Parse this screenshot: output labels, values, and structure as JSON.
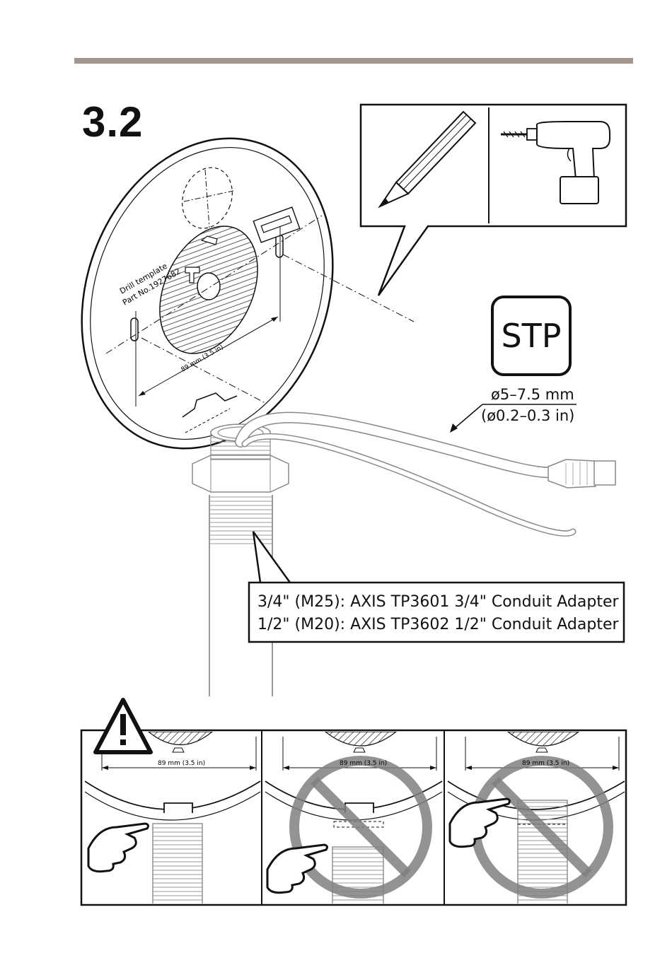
{
  "page": {
    "step_number": "3.2",
    "colors": {
      "header_bar": "#a39587",
      "line": "#111111",
      "hatch": "#333333",
      "no_sign": "#808080"
    }
  },
  "template": {
    "drill_template_label": "Drill template",
    "part_number_label": "Part No.1927682",
    "dimension_label": "89 mm (3.5 in)"
  },
  "tools": {
    "left_icon": "pencil-icon",
    "right_icon": "drill-icon"
  },
  "cable": {
    "type_badge": "STP",
    "diameter_mm": "ø5–7.5 mm",
    "diameter_in": "(ø0.2–0.3 in)"
  },
  "adapters": {
    "line1": "3/4\" (M25): AXIS TP3601 3/4\" Conduit Adapter",
    "line2": "1/2\" (M20): AXIS TP3602 1/2\" Conduit Adapter"
  },
  "warning": {
    "icon": "warning-icon",
    "panels": [
      {
        "status": "correct",
        "dimension_label": "89 mm (3.5 in)"
      },
      {
        "status": "incorrect",
        "dimension_label": "89 mm (3.5 in)"
      },
      {
        "status": "incorrect",
        "dimension_label": "89 mm (3.5 in)"
      }
    ]
  }
}
